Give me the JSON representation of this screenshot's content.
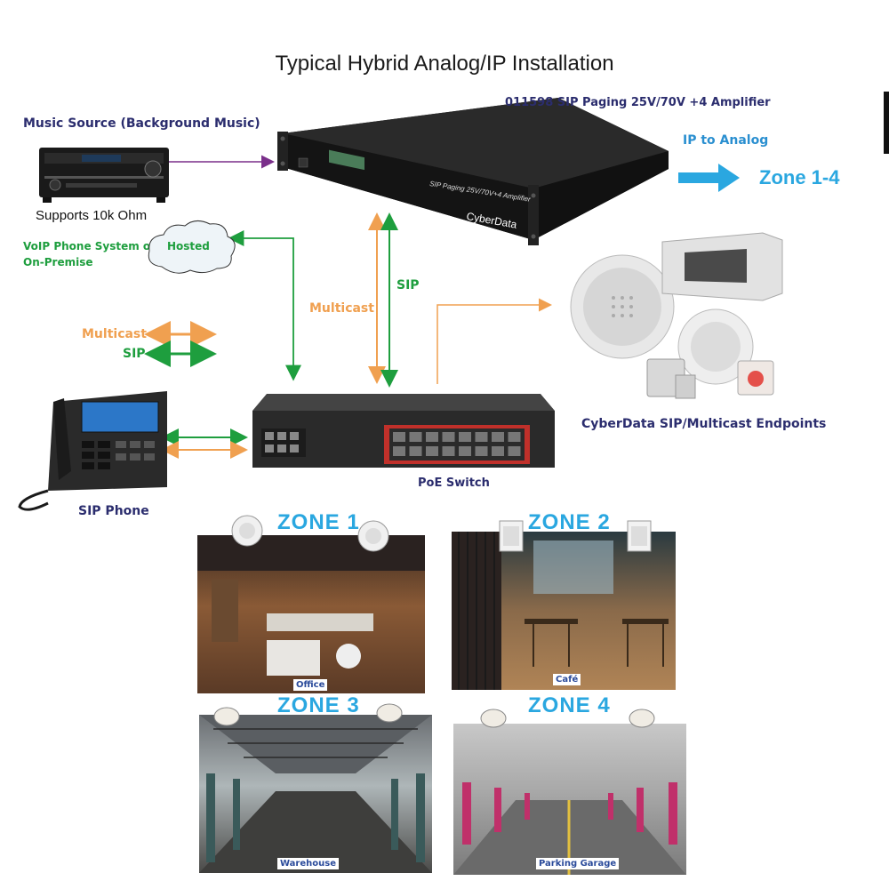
{
  "title": "Typical Hybrid Analog/IP Installation",
  "amplifier": {
    "label": "011598 SIP Paging 25V/70V +4 Amplifier",
    "panel_text": "SIP Paging 25V/70V+4 Amplifier",
    "brand": "CyberData"
  },
  "music_source": {
    "label": "Music Source (Background Music)",
    "supports": "Supports 10k Ohm"
  },
  "voip": {
    "line1": "VoIP Phone System  or",
    "line2": "On-Premise",
    "hosted": "Hosted"
  },
  "ip_to_analog": {
    "label": "IP to Analog",
    "zones": "Zone 1-4"
  },
  "links": {
    "multicast": "Multicast",
    "sip": "SIP"
  },
  "legend": {
    "multicast": "Multicast",
    "sip": "SIP"
  },
  "switch": {
    "label": "PoE Switch"
  },
  "phone": {
    "label": "SIP Phone"
  },
  "endpoints": {
    "label": "CyberData SIP/Multicast Endpoints"
  },
  "zones": [
    {
      "title": "ZONE 1",
      "caption": "Office"
    },
    {
      "title": "ZONE 2",
      "caption": "Café"
    },
    {
      "title": "ZONE 3",
      "caption": "Warehouse"
    },
    {
      "title": "ZONE 4",
      "caption": "Parking Garage"
    }
  ],
  "colors": {
    "sip": "#1e9e3e",
    "multicast": "#f0a050",
    "audio": "#7a2f8a",
    "ip": "#2aa7e0",
    "navy": "#2b2d6e"
  }
}
